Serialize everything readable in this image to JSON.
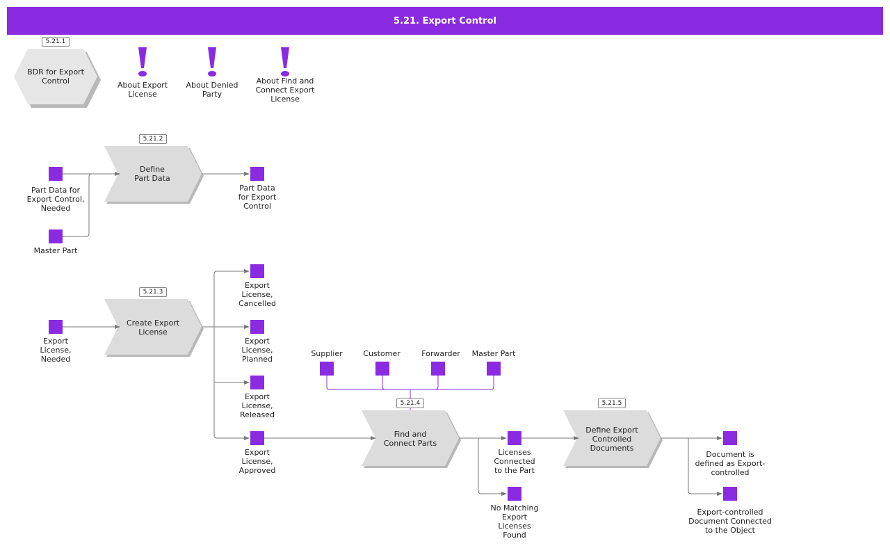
{
  "header": {
    "title": "5.21. Export Control"
  },
  "colors": {
    "accent": "#8a2be2",
    "process_fill": "#dcdcdc",
    "connector": "#777777",
    "input_connector": "#8a2be2"
  },
  "overview": {
    "bdr": {
      "badge": "5.21.1",
      "label": "BDR for Export\nControl"
    },
    "notes": [
      {
        "icon": "exclamation-icon",
        "label": "About Export\nLicense"
      },
      {
        "icon": "exclamation-icon",
        "label": "About Denied\nParty"
      },
      {
        "icon": "exclamation-icon",
        "label": "About Find and\nConnect Export\nLicense"
      }
    ]
  },
  "processes": {
    "define_part_data": {
      "badge": "5.21.2",
      "label": "Define\nPart Data"
    },
    "create_export_license": {
      "badge": "5.21.3",
      "label": "Create Export\nLicense"
    },
    "find_connect_parts": {
      "badge": "5.21.4",
      "label": "Find and\nConnect Parts"
    },
    "define_export_docs": {
      "badge": "5.21.5",
      "label": "Define Export\nControlled\nDocuments"
    }
  },
  "events": {
    "part_data_needed": "Part Data for\nExport Control,\nNeeded",
    "master_part_1": "Master Part",
    "part_data_for_export": "Part Data\nfor Export\nControl",
    "license_needed": "Export\nLicense,\nNeeded",
    "license_cancelled": "Export\nLicense,\nCancelled",
    "license_planned": "Export\nLicense,\nPlanned",
    "license_released": "Export\nLicense,\nReleased",
    "license_approved": "Export\nLicense,\nApproved",
    "supplier": "Supplier",
    "customer": "Customer",
    "forwarder": "Forwarder",
    "master_part_2": "Master Part",
    "licenses_connected": "Licenses\nConnected\nto the Part",
    "no_matching": "No Matching\nExport\nLicenses\nFound",
    "doc_defined": "Document is\ndefined as Export-\ncontrolled",
    "doc_connected": "Export-controlled\nDocument Connected\nto the Object"
  }
}
